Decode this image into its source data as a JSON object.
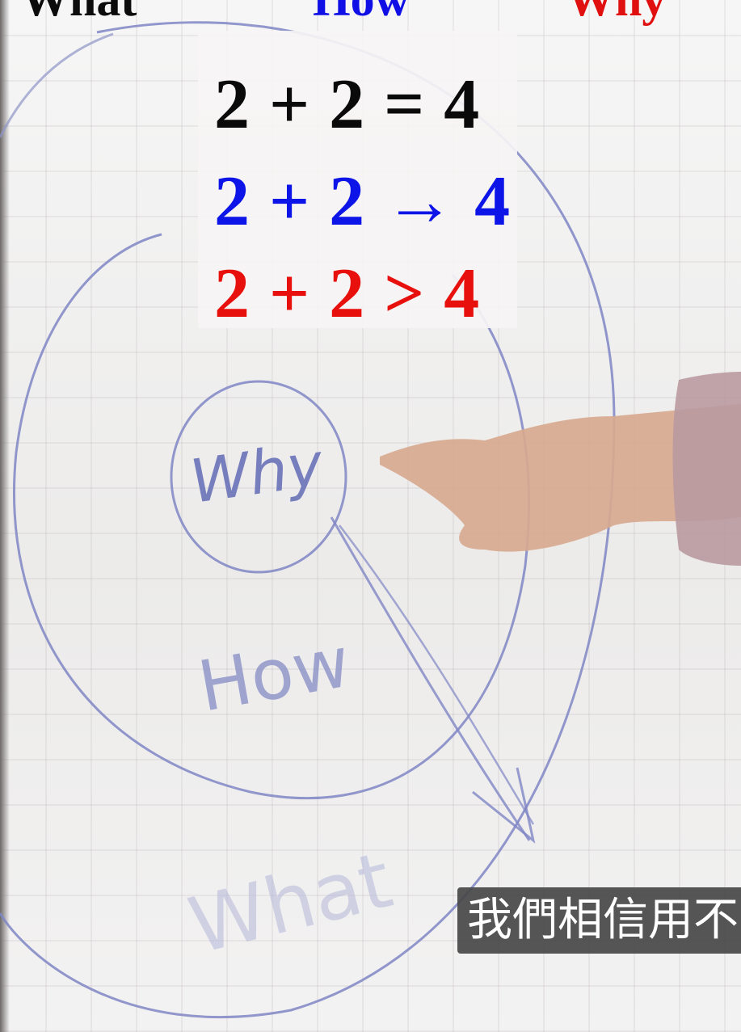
{
  "header": {
    "what": "What",
    "how": "How",
    "why": "Why"
  },
  "equations": {
    "equals": "2 + 2 = 4",
    "arrow": "2 + 2 → 4",
    "greater": "2 + 2 > 4"
  },
  "board": {
    "inner_label": "Why",
    "middle_label": "How",
    "outer_label": "What"
  },
  "subtitle": {
    "text": "我們相信用不"
  },
  "colors": {
    "what": "#0c0c0c",
    "how": "#1010e6",
    "why": "#e01010",
    "marker": "#7f86c4"
  }
}
